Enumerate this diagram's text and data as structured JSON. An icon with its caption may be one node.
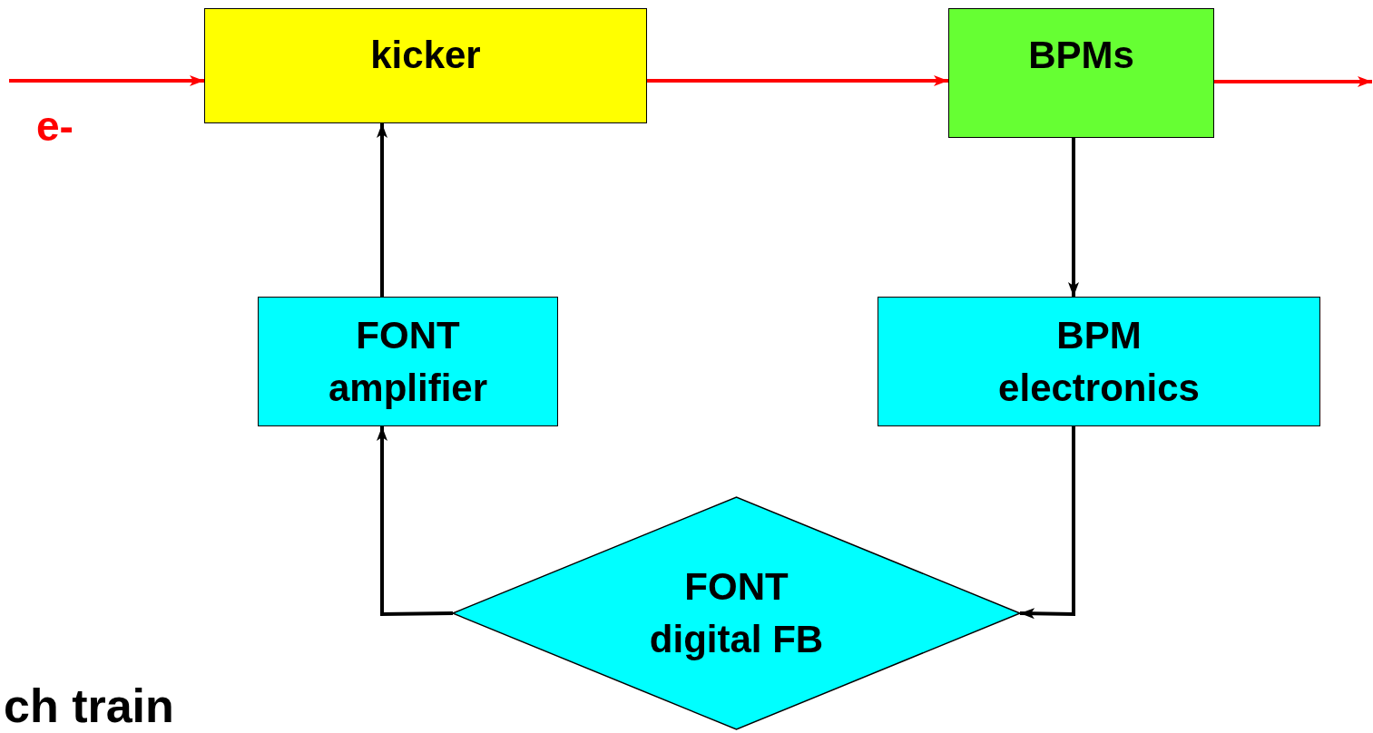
{
  "diagram": {
    "nodes": [
      {
        "text": [
          "kicker"
        ]
      },
      {
        "text": [
          "BPMs"
        ]
      },
      {
        "text": [
          "FONT amplifier"
        ]
      },
      {
        "text": [
          "BPM electronics"
        ]
      },
      {
        "text": [
          "FONT digital FB"
        ]
      }
    ],
    "edges": [
      {
        "from": null,
        "to": 0,
        "arrow": "to",
        "color": "#ff0000"
      },
      {
        "from": 0,
        "to": 1,
        "arrow": "to",
        "color": "#ff0000"
      },
      {
        "from": 1,
        "to": null,
        "arrow": "to",
        "color": "#ff0000"
      },
      {
        "from": 1,
        "to": 3,
        "arrow": "to"
      },
      {
        "from": 3,
        "to": 4,
        "arrow": "to"
      },
      {
        "from": 4,
        "to": 2,
        "arrow": "to"
      },
      {
        "from": 2,
        "to": 0,
        "arrow": "to"
      }
    ],
    "labels": [
      "e-",
      "ch train"
    ]
  }
}
